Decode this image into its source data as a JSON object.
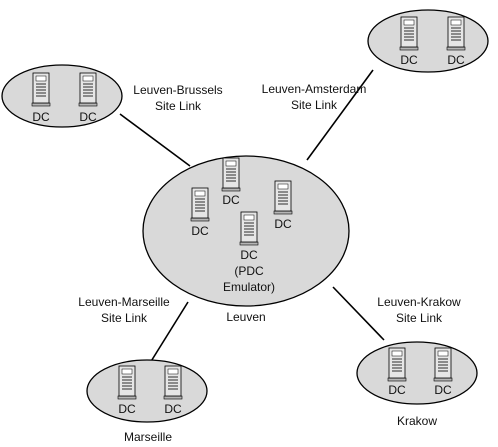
{
  "colors": {
    "background": "#ffffff",
    "site_fill": "#d9d9d9",
    "outline": "#000000",
    "text": "#111111"
  },
  "icon": "server-tower-icon",
  "sites": {
    "brussels": {
      "dcs": [
        "DC",
        "DC"
      ]
    },
    "amsterdam": {
      "dcs": [
        "DC",
        "DC"
      ]
    },
    "leuven": {
      "name": "Leuven",
      "dcs": [
        "DC",
        "DC",
        "DC"
      ],
      "pdc": [
        "DC",
        "(PDC",
        "Emulator)"
      ]
    },
    "marseille": {
      "name": "Marseille",
      "dcs": [
        "DC",
        "DC"
      ]
    },
    "krakow": {
      "name": "Krakow",
      "dcs": [
        "DC",
        "DC"
      ]
    }
  },
  "links": {
    "brussels": [
      "Leuven-Brussels",
      "Site Link"
    ],
    "amsterdam": [
      "Leuven-Amsterdam",
      "Site Link"
    ],
    "marseille": [
      "Leuven-Marseille",
      "Site Link"
    ],
    "krakow": [
      "Leuven-Krakow",
      "Site Link"
    ]
  }
}
